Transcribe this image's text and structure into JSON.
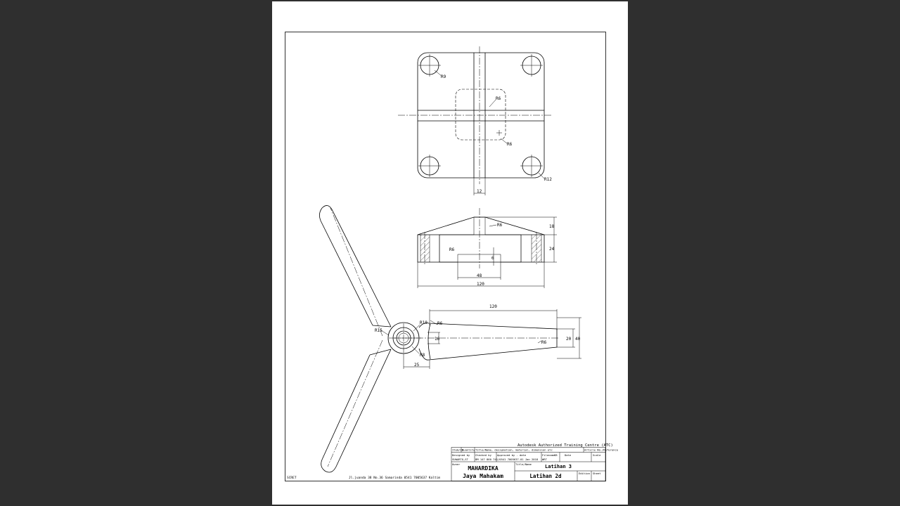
{
  "drawing": {
    "top_view": {
      "r_hole": "R9",
      "r_pocket_a": "R6",
      "r_pocket_b": "R6",
      "r_corner": "R12",
      "rib": "12"
    },
    "section_view": {
      "r_fillet": "R6",
      "r_inner": "R6",
      "h_top": "18",
      "h_side": "24",
      "depth": "6",
      "w_inner": "48",
      "w_total": "120"
    },
    "arm_view": {
      "r_outer": "R15",
      "r_hub": "R10",
      "r_hub_in": "R8",
      "r_blend": "R6",
      "r_tip": "R6",
      "d_hub": "16",
      "offset": "25",
      "length": "120",
      "w_tip_in": "20",
      "w_tip": "40"
    }
  },
  "title_block": {
    "atc": "Autodesk Authorized Training Centre (ATC)",
    "h_item": "Item/ID",
    "h_qty": "Quantity",
    "h_title": "Title/Name, designation, material, dimension etc",
    "h_article": "Article No./Reference",
    "designed_by_label": "Designed by",
    "designed_by": "SUWARTO,ST",
    "checked_by_label": "Checked by",
    "checked_by": "BM 147 860 741/0541 7005637-01 Jan 2018",
    "approved_label": "Approved by - date",
    "filename_label": "Filename",
    "filename": "WRT",
    "sb": "SB",
    "date_label": "Date",
    "scale_label": "Scale",
    "owner_label": "Owner",
    "owner_line1": "MAHARDIKA",
    "owner_line2": "Jaya Mahakam",
    "title_label": "Title/Name",
    "title1": "Latihan 3",
    "title2": "Latihan 2d",
    "edition_label": "Edition",
    "sheet_label": "Sheet"
  },
  "footer": {
    "left": "SCRET",
    "address": "Jl.juanda 38 No.36 Samarinda 0541 7005637 Kaltim"
  }
}
